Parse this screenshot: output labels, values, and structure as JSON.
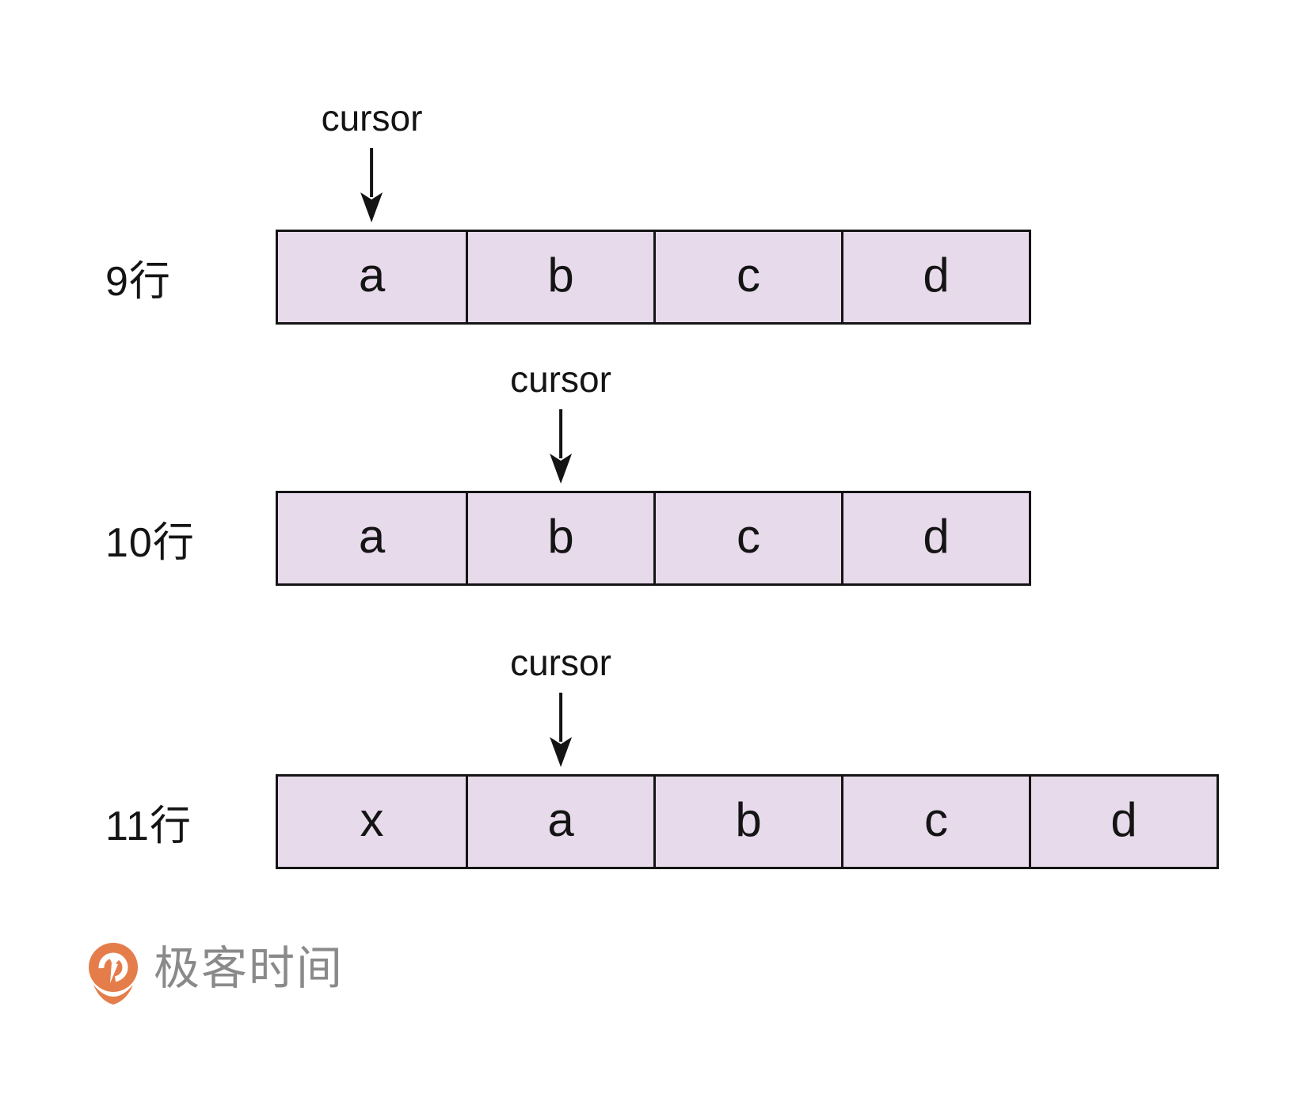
{
  "diagram": {
    "rows": [
      {
        "label": "9行",
        "cursor": {
          "label": "cursor",
          "cell_index": 0
        },
        "cells": [
          "a",
          "b",
          "c",
          "d"
        ]
      },
      {
        "label": "10行",
        "cursor": {
          "label": "cursor",
          "cell_index": 1
        },
        "cells": [
          "a",
          "b",
          "c",
          "d"
        ]
      },
      {
        "label": "11行",
        "cursor": {
          "label": "cursor",
          "cell_index": 1
        },
        "cells": [
          "x",
          "a",
          "b",
          "c",
          "d"
        ]
      }
    ]
  },
  "logo": {
    "icon": "geektime-logo-icon",
    "text": "极客时间"
  },
  "colors": {
    "background": "#FFFFFF",
    "cell_fill": "#E7DAEB",
    "line": "#141414",
    "logo_orange": "#E57D4A",
    "logo_text": "#8A8A8A"
  }
}
